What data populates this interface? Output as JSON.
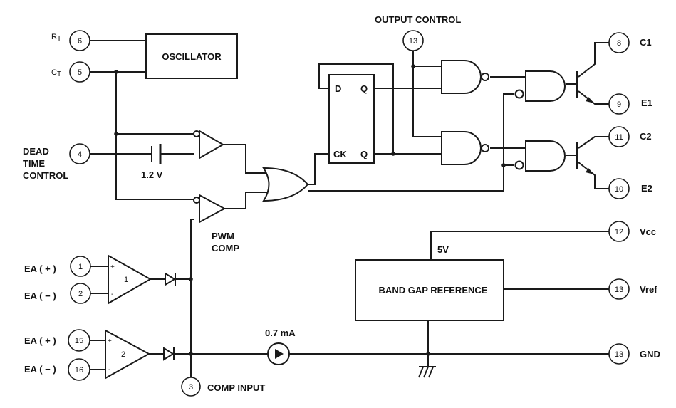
{
  "blocks": {
    "oscillator": "OSCILLATOR",
    "bandgap": "BAND GAP REFERENCE",
    "ff_d": "D",
    "ff_q": "Q",
    "ff_ck": "CK",
    "ff_qbar": "Q",
    "amp1": "1",
    "amp2": "2",
    "amp_plus": "+",
    "amp_minus": "-",
    "five_v": "5V"
  },
  "labels": {
    "output_control": "OUTPUT CONTROL",
    "dead_time_1": "DEAD",
    "dead_time_2": "TIME",
    "dead_time_3": "CONTROL",
    "voltage_1_2": "1.2 V",
    "pwm_1": "PWM",
    "pwm_2": "COMP",
    "current": "0.7 mA",
    "comp_input": "COMP INPUT"
  },
  "pins": {
    "rt": {
      "num": "6",
      "label_main": "R",
      "label_sub": "T"
    },
    "ct": {
      "num": "5",
      "label_main": "C",
      "label_sub": "T"
    },
    "dtc": {
      "num": "4"
    },
    "oc": {
      "num": "13"
    },
    "c1": {
      "num": "8",
      "label": "C1"
    },
    "e1": {
      "num": "9",
      "label": "E1"
    },
    "c2": {
      "num": "11",
      "label": "C2"
    },
    "e2": {
      "num": "10",
      "label": "E2"
    },
    "vcc": {
      "num": "12",
      "label": "Vcc"
    },
    "vref": {
      "num": "13",
      "label": "Vref"
    },
    "gnd": {
      "num": "13",
      "label": "GND"
    },
    "ea1p": {
      "num": "1",
      "label": "EA ( + )"
    },
    "ea1m": {
      "num": "2",
      "label": "EA ( − )"
    },
    "ea2p": {
      "num": "15",
      "label": "EA ( + )"
    },
    "ea2m": {
      "num": "16",
      "label": "EA ( − )"
    },
    "comp": {
      "num": "3"
    }
  }
}
